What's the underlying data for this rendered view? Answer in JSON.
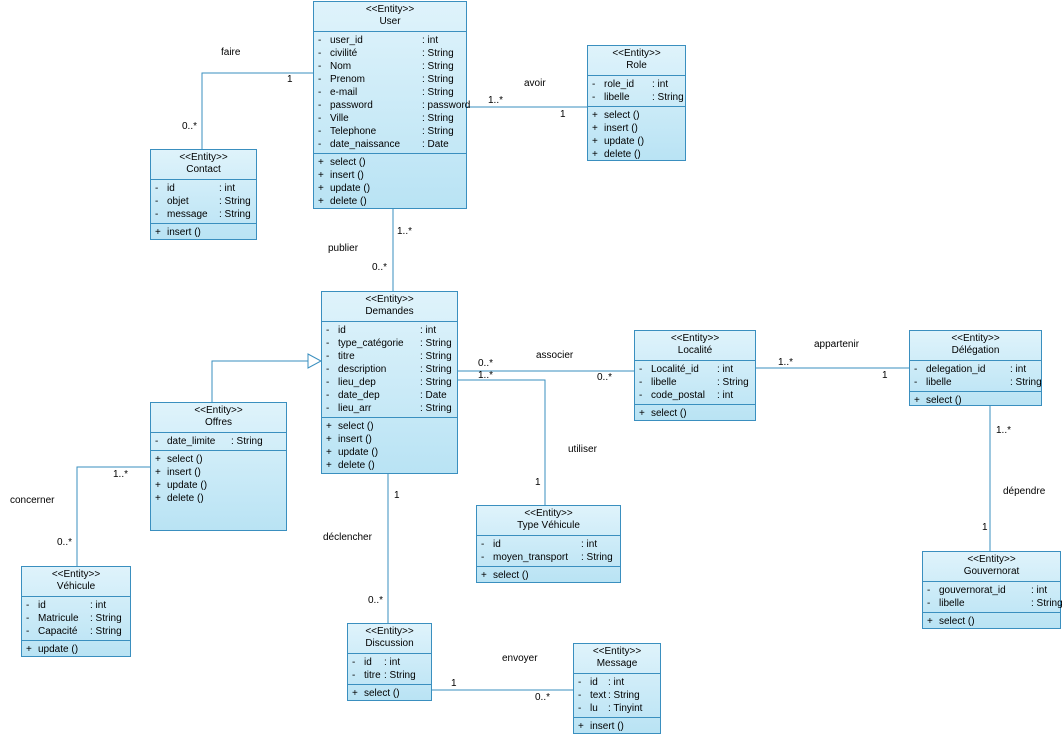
{
  "classes": {
    "user": {
      "stereotype": "<<Entity>>",
      "name": "User",
      "attributes": [
        {
          "vis": "-",
          "name": "user_id",
          "type": ": int"
        },
        {
          "vis": "-",
          "name": "civilité",
          "type": ": String"
        },
        {
          "vis": "-",
          "name": "Nom",
          "type": ": String"
        },
        {
          "vis": "-",
          "name": "Prenom",
          "type": ": String"
        },
        {
          "vis": "-",
          "name": "e-mail",
          "type": ": String"
        },
        {
          "vis": "-",
          "name": "password",
          "type": ": password"
        },
        {
          "vis": "-",
          "name": "Ville",
          "type": ": String"
        },
        {
          "vis": "-",
          "name": "Telephone",
          "type": ": String"
        },
        {
          "vis": "-",
          "name": "date_naissance",
          "type": ": Date"
        }
      ],
      "operations": [
        {
          "vis": "+",
          "name": "select ()"
        },
        {
          "vis": "+",
          "name": "insert ()"
        },
        {
          "vis": "+",
          "name": "update ()"
        },
        {
          "vis": "+",
          "name": "delete ()"
        }
      ]
    },
    "role": {
      "stereotype": "<<Entity>>",
      "name": "Role",
      "attributes": [
        {
          "vis": "-",
          "name": "role_id",
          "type": ": int"
        },
        {
          "vis": "-",
          "name": "libelle",
          "type": ": String"
        }
      ],
      "operations": [
        {
          "vis": "+",
          "name": "select ()"
        },
        {
          "vis": "+",
          "name": "insert ()"
        },
        {
          "vis": "+",
          "name": "update ()"
        },
        {
          "vis": "+",
          "name": "delete ()"
        }
      ]
    },
    "contact": {
      "stereotype": "<<Entity>>",
      "name": "Contact",
      "attributes": [
        {
          "vis": "-",
          "name": "id",
          "type": ": int"
        },
        {
          "vis": "-",
          "name": "objet",
          "type": ": String"
        },
        {
          "vis": "-",
          "name": "message",
          "type": ": String"
        }
      ],
      "operations": [
        {
          "vis": "+",
          "name": "insert ()"
        }
      ]
    },
    "demandes": {
      "stereotype": "<<Entity>>",
      "name": "Demandes",
      "attributes": [
        {
          "vis": "-",
          "name": "id",
          "type": ": int"
        },
        {
          "vis": "-",
          "name": "type_catégorie",
          "type": ": String"
        },
        {
          "vis": "-",
          "name": "titre",
          "type": ": String"
        },
        {
          "vis": "-",
          "name": "description",
          "type": ": String"
        },
        {
          "vis": "-",
          "name": "lieu_dep",
          "type": ": String"
        },
        {
          "vis": "-",
          "name": "date_dep",
          "type": ": Date"
        },
        {
          "vis": "-",
          "name": "lieu_arr",
          "type": ": String"
        }
      ],
      "operations": [
        {
          "vis": "+",
          "name": "select ()"
        },
        {
          "vis": "+",
          "name": "insert ()"
        },
        {
          "vis": "+",
          "name": "update ()"
        },
        {
          "vis": "+",
          "name": "delete ()"
        }
      ]
    },
    "localite": {
      "stereotype": "<<Entity>>",
      "name": "Localité",
      "attributes": [
        {
          "vis": "-",
          "name": "Localité_id",
          "type": ": int"
        },
        {
          "vis": "-",
          "name": "libelle",
          "type": ": String"
        },
        {
          "vis": "-",
          "name": "code_postal",
          "type": ": int"
        }
      ],
      "operations": [
        {
          "vis": "+",
          "name": "select ()"
        }
      ]
    },
    "delegation": {
      "stereotype": "<<Entity>>",
      "name": "Délégation",
      "attributes": [
        {
          "vis": "-",
          "name": "delegation_id",
          "type": ": int"
        },
        {
          "vis": "-",
          "name": "libelle",
          "type": ": String"
        }
      ],
      "operations": [
        {
          "vis": "+",
          "name": "select ()"
        }
      ]
    },
    "offres": {
      "stereotype": "<<Entity>>",
      "name": "Offres",
      "attributes": [
        {
          "vis": "-",
          "name": "date_limite",
          "type": ": String"
        }
      ],
      "operations": [
        {
          "vis": "+",
          "name": "select ()"
        },
        {
          "vis": "+",
          "name": "insert ()"
        },
        {
          "vis": "+",
          "name": "update ()"
        },
        {
          "vis": "+",
          "name": "delete ()"
        }
      ]
    },
    "typevehicule": {
      "stereotype": "<<Entity>>",
      "name": "Type Véhicule",
      "attributes": [
        {
          "vis": "-",
          "name": "id",
          "type": ": int"
        },
        {
          "vis": "-",
          "name": "moyen_transport",
          "type": ": String"
        }
      ],
      "operations": [
        {
          "vis": "+",
          "name": "select ()"
        }
      ]
    },
    "vehicule": {
      "stereotype": "<<Entity>>",
      "name": "Véhicule",
      "attributes": [
        {
          "vis": "-",
          "name": "id",
          "type": ": int"
        },
        {
          "vis": "-",
          "name": "Matricule",
          "type": ": String"
        },
        {
          "vis": "-",
          "name": "Capacité",
          "type": ": String"
        }
      ],
      "operations": [
        {
          "vis": "+",
          "name": "update ()"
        }
      ]
    },
    "discussion": {
      "stereotype": "<<Entity>>",
      "name": "Discussion",
      "attributes": [
        {
          "vis": "-",
          "name": "id",
          "type": ": int"
        },
        {
          "vis": "-",
          "name": "titre",
          "type": ": String"
        }
      ],
      "operations": [
        {
          "vis": "+",
          "name": "select ()"
        }
      ]
    },
    "message": {
      "stereotype": "<<Entity>>",
      "name": "Message",
      "attributes": [
        {
          "vis": "-",
          "name": "id",
          "type": ": int"
        },
        {
          "vis": "-",
          "name": "text",
          "type": ": String"
        },
        {
          "vis": "-",
          "name": "lu",
          "type": ": Tinyint"
        }
      ],
      "operations": [
        {
          "vis": "+",
          "name": "insert ()"
        }
      ]
    },
    "gouvernorat": {
      "stereotype": "<<Entity>>",
      "name": "Gouvernorat",
      "attributes": [
        {
          "vis": "-",
          "name": "gouvernorat_id",
          "type": ": int"
        },
        {
          "vis": "-",
          "name": "libelle",
          "type": ": String"
        }
      ],
      "operations": [
        {
          "vis": "+",
          "name": "select ()"
        }
      ]
    }
  },
  "labels": {
    "faire": "faire",
    "faire_m1": "1",
    "faire_m2": "0..*",
    "avoir": "avoir",
    "avoir_m1": "1..*",
    "avoir_m2": "1",
    "publier": "publier",
    "publier_m1": "1..*",
    "publier_m2": "0..*",
    "associer": "associer",
    "associer_m1": "0..*",
    "associer_m2": "0..*",
    "appartenir": "appartenir",
    "appartenir_m1": "1..*",
    "appartenir_m2": "1",
    "utiliser": "utiliser",
    "utiliser_m1": "1..*",
    "utiliser_m2": "1",
    "dependre": "dépendre",
    "dependre_m1": "1..*",
    "dependre_m2": "1",
    "concerner": "concerner",
    "concerner_m1": "1..*",
    "concerner_m2": "0..*",
    "declencher": "déclencher",
    "declencher_m1": "1",
    "declencher_m2": "0..*",
    "envoyer": "envoyer",
    "envoyer_m1": "1",
    "envoyer_m2": "0..*"
  },
  "colors": {
    "line": "#3a8fbf",
    "fill_top": "#dff3fb",
    "fill_bottom": "#b9e3f4"
  }
}
